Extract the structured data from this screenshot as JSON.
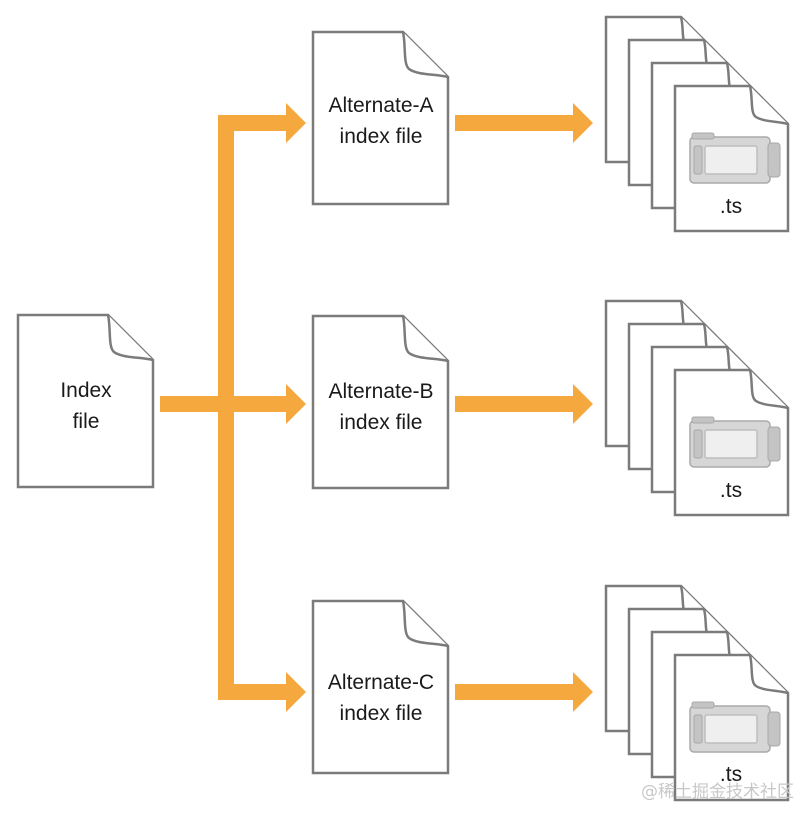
{
  "root": {
    "line1": "Index",
    "line2": "file"
  },
  "alternates": [
    {
      "line1": "Alternate-A",
      "line2": "index file",
      "segment_label": ".ts"
    },
    {
      "line1": "Alternate-B",
      "line2": "index file",
      "segment_label": ".ts"
    },
    {
      "line1": "Alternate-C",
      "line2": "index file",
      "segment_label": ".ts"
    }
  ],
  "colors": {
    "arrow": "#f5a83e",
    "document_border": "#7b7b7b",
    "camera_icon": "#d6d6d6"
  },
  "icons": {
    "segment_icon": "video-camera-icon"
  },
  "watermark": "@稀土掘金技术社区"
}
